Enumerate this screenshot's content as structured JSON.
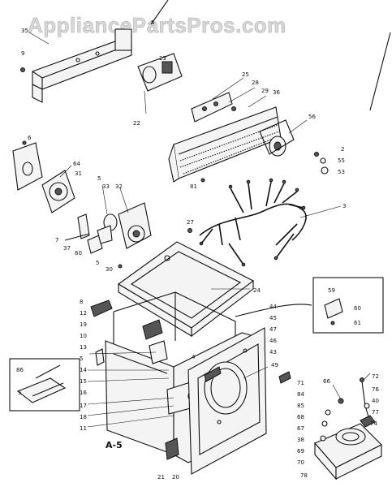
{
  "watermark": "AppliancePartsPros.com",
  "figure_label": "A-5",
  "callouts": {
    "c35": "35",
    "c9a": "9",
    "c5a": "5",
    "c23": "23",
    "c22": "22",
    "c25": "25",
    "c28": "28",
    "c29": "29",
    "c36": "36",
    "c56": "56",
    "c2a": "2",
    "c55": "55",
    "c53": "53",
    "c81": "81",
    "c6a": "6",
    "c64": "64",
    "c31": "31",
    "c5b": "5",
    "c33": "33",
    "c32": "32",
    "c3a": "3",
    "c27": "27",
    "c7": "7",
    "c37": "37",
    "c60": "60",
    "c5c": "5",
    "c30": "30",
    "c24": "24",
    "c59": "59",
    "c60b": "60",
    "c61": "61",
    "c8": "8",
    "c12": "12",
    "c19": "19",
    "c10": "10",
    "c13": "13",
    "c5d": "5",
    "c14": "14",
    "c15": "15",
    "c16": "16",
    "c4": "4",
    "c44": "44",
    "c45": "45",
    "c47": "47",
    "c46": "46",
    "c43": "43",
    "c49": "49",
    "c86": "86",
    "c5e": "5",
    "c17": "17",
    "c18": "18",
    "c11": "11",
    "c21": "21",
    "c20": "20",
    "c71": "71",
    "c66": "66",
    "c72": "72",
    "c84": "84",
    "c76": "76",
    "c85": "85",
    "c40": "40",
    "c68": "68",
    "c77": "77",
    "c67": "67",
    "c74": "74",
    "c38": "38",
    "c69": "69",
    "c70": "70",
    "c78": "78"
  }
}
